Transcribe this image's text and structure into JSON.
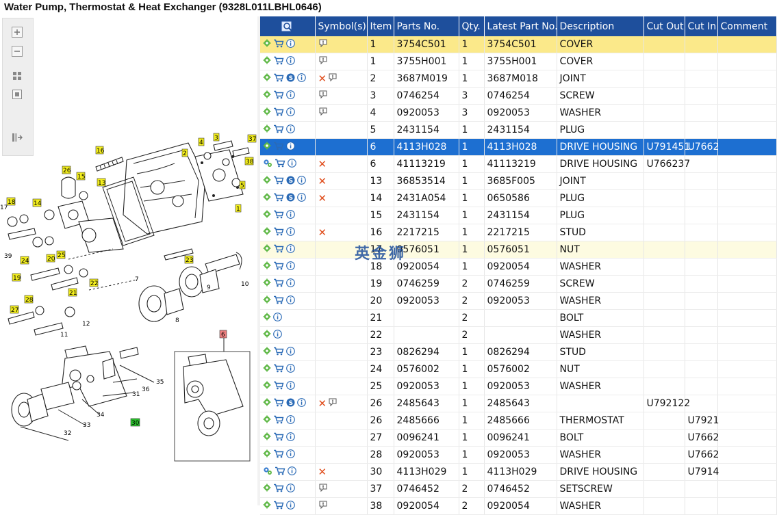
{
  "title": "Water Pump, Thermostat & Heat Exchanger (9328L011LBHL0646)",
  "toolbar": {
    "zoom_in_icon": "zoom-in-icon",
    "zoom_out_icon": "zoom-out-icon",
    "fit_icon": "fit-page-icon",
    "actual_size_icon": "actual-size-icon",
    "collapse_icon": "collapse-pane-icon"
  },
  "diagram": {
    "callouts": [
      "1",
      "2",
      "3",
      "4",
      "5",
      "6",
      "7",
      "8",
      "9",
      "10",
      "11",
      "12",
      "13",
      "14",
      "15",
      "16",
      "17",
      "18",
      "19",
      "20",
      "21",
      "22",
      "23",
      "24",
      "25",
      "26",
      "27",
      "28",
      "30",
      "31",
      "32",
      "33",
      "34",
      "35",
      "36",
      "37",
      "38",
      "39"
    ]
  },
  "watermark": "英金狮",
  "colors": {
    "header_bg": "#1e4f9c",
    "selected_row": "#1d6fd1",
    "current_row": "#fbe98a",
    "hover_row": "#fdfbe1",
    "callout": "#f4ef1e",
    "callout_selected": "#f08080",
    "callout_green": "#29c12b"
  },
  "grid": {
    "columns": [
      "",
      "Symbol(s)",
      "Item",
      "Parts No.",
      "Qty.",
      "Latest Part No.",
      "Description",
      "Cut Out",
      "Cut In",
      "Comment"
    ],
    "rows": [
      {
        "icons": [
          "gear",
          "cart",
          "info"
        ],
        "symbols": [
          "note"
        ],
        "item": "1",
        "part": "3754C501",
        "qty": "1",
        "latest": "3754C501",
        "desc": "COVER",
        "cut_out": "",
        "cut_in": "",
        "comment": "",
        "state": "yellow"
      },
      {
        "icons": [
          "gear",
          "cart",
          "info"
        ],
        "symbols": [
          "note"
        ],
        "item": "1",
        "part": "3755H001",
        "qty": "1",
        "latest": "3755H001",
        "desc": "COVER",
        "cut_out": "",
        "cut_in": "",
        "comment": "",
        "state": ""
      },
      {
        "icons": [
          "gear",
          "cart",
          "s",
          "info"
        ],
        "symbols": [
          "x",
          "note"
        ],
        "item": "2",
        "part": "3687M019",
        "qty": "1",
        "latest": "3687M018",
        "desc": "JOINT",
        "cut_out": "",
        "cut_in": "",
        "comment": "",
        "state": ""
      },
      {
        "icons": [
          "gear",
          "cart",
          "info"
        ],
        "symbols": [
          "note"
        ],
        "item": "3",
        "part": "0746254",
        "qty": "3",
        "latest": "0746254",
        "desc": "SCREW",
        "cut_out": "",
        "cut_in": "",
        "comment": "",
        "state": ""
      },
      {
        "icons": [
          "gear",
          "cart",
          "info"
        ],
        "symbols": [
          "note"
        ],
        "item": "4",
        "part": "0920053",
        "qty": "3",
        "latest": "0920053",
        "desc": "WASHER",
        "cut_out": "",
        "cut_in": "",
        "comment": "",
        "state": ""
      },
      {
        "icons": [
          "gear",
          "cart",
          "info"
        ],
        "symbols": [],
        "item": "5",
        "part": "2431154",
        "qty": "1",
        "latest": "2431154",
        "desc": "PLUG",
        "cut_out": "",
        "cut_in": "",
        "comment": "",
        "state": ""
      },
      {
        "icons": [
          "gear",
          "cart",
          "info"
        ],
        "symbols": [],
        "item": "6",
        "part": "4113H028",
        "qty": "1",
        "latest": "4113H028",
        "desc": "DRIVE HOUSING",
        "cut_out": "U791451",
        "cut_in": "U7662",
        "comment": "",
        "state": "selected"
      },
      {
        "icons": [
          "gears",
          "cart",
          "info"
        ],
        "symbols": [
          "x"
        ],
        "item": "6",
        "part": "41113219",
        "qty": "1",
        "latest": "41113219",
        "desc": "DRIVE HOUSING",
        "cut_out": "U766237",
        "cut_in": "",
        "comment": "",
        "state": ""
      },
      {
        "icons": [
          "gear",
          "cart",
          "s",
          "info"
        ],
        "symbols": [
          "x"
        ],
        "item": "13",
        "part": "36853514",
        "qty": "1",
        "latest": "3685F005",
        "desc": "JOINT",
        "cut_out": "",
        "cut_in": "",
        "comment": "",
        "state": ""
      },
      {
        "icons": [
          "gear",
          "cart",
          "s",
          "info"
        ],
        "symbols": [
          "x"
        ],
        "item": "14",
        "part": "2431A054",
        "qty": "1",
        "latest": "0650586",
        "desc": "PLUG",
        "cut_out": "",
        "cut_in": "",
        "comment": "",
        "state": ""
      },
      {
        "icons": [
          "gear",
          "cart",
          "info"
        ],
        "symbols": [],
        "item": "15",
        "part": "2431154",
        "qty": "1",
        "latest": "2431154",
        "desc": "PLUG",
        "cut_out": "",
        "cut_in": "",
        "comment": "",
        "state": ""
      },
      {
        "icons": [
          "gear",
          "cart",
          "info"
        ],
        "symbols": [
          "x"
        ],
        "item": "16",
        "part": "2217215",
        "qty": "1",
        "latest": "2217215",
        "desc": "STUD",
        "cut_out": "",
        "cut_in": "",
        "comment": "",
        "state": ""
      },
      {
        "icons": [
          "gear",
          "cart",
          "info"
        ],
        "symbols": [],
        "item": "17",
        "part": "0576051",
        "qty": "1",
        "latest": "0576051",
        "desc": "NUT",
        "cut_out": "",
        "cut_in": "",
        "comment": "",
        "state": "highlight"
      },
      {
        "icons": [
          "gear",
          "cart",
          "info"
        ],
        "symbols": [],
        "item": "18",
        "part": "0920054",
        "qty": "1",
        "latest": "0920054",
        "desc": "WASHER",
        "cut_out": "",
        "cut_in": "",
        "comment": "",
        "state": ""
      },
      {
        "icons": [
          "gear",
          "cart",
          "info"
        ],
        "symbols": [],
        "item": "19",
        "part": "0746259",
        "qty": "2",
        "latest": "0746259",
        "desc": "SCREW",
        "cut_out": "",
        "cut_in": "",
        "comment": "",
        "state": ""
      },
      {
        "icons": [
          "gear",
          "cart",
          "info"
        ],
        "symbols": [],
        "item": "20",
        "part": "0920053",
        "qty": "2",
        "latest": "0920053",
        "desc": "WASHER",
        "cut_out": "",
        "cut_in": "",
        "comment": "",
        "state": ""
      },
      {
        "icons": [
          "gear",
          "info"
        ],
        "symbols": [],
        "item": "21",
        "part": "",
        "qty": "2",
        "latest": "",
        "desc": "BOLT",
        "cut_out": "",
        "cut_in": "",
        "comment": "",
        "state": ""
      },
      {
        "icons": [
          "gear",
          "info"
        ],
        "symbols": [],
        "item": "22",
        "part": "",
        "qty": "2",
        "latest": "",
        "desc": "WASHER",
        "cut_out": "",
        "cut_in": "",
        "comment": "",
        "state": ""
      },
      {
        "icons": [
          "gear",
          "cart",
          "info"
        ],
        "symbols": [],
        "item": "23",
        "part": "0826294",
        "qty": "1",
        "latest": "0826294",
        "desc": "STUD",
        "cut_out": "",
        "cut_in": "",
        "comment": "",
        "state": ""
      },
      {
        "icons": [
          "gear",
          "cart",
          "info"
        ],
        "symbols": [],
        "item": "24",
        "part": "0576002",
        "qty": "1",
        "latest": "0576002",
        "desc": "NUT",
        "cut_out": "",
        "cut_in": "",
        "comment": "",
        "state": ""
      },
      {
        "icons": [
          "gear",
          "cart",
          "info"
        ],
        "symbols": [],
        "item": "25",
        "part": "0920053",
        "qty": "1",
        "latest": "0920053",
        "desc": "WASHER",
        "cut_out": "",
        "cut_in": "",
        "comment": "",
        "state": ""
      },
      {
        "icons": [
          "gear",
          "cart",
          "s",
          "info"
        ],
        "symbols": [
          "x",
          "note"
        ],
        "item": "26",
        "part": "2485643",
        "qty": "1",
        "latest": "2485643",
        "desc": "",
        "cut_out": "U792122",
        "cut_in": "",
        "comment": "",
        "state": ""
      },
      {
        "icons": [
          "gear",
          "cart",
          "info"
        ],
        "symbols": [],
        "item": "26",
        "part": "2485666",
        "qty": "1",
        "latest": "2485666",
        "desc": "THERMOSTAT",
        "cut_out": "",
        "cut_in": "U7921",
        "comment": "",
        "state": ""
      },
      {
        "icons": [
          "gear",
          "cart",
          "info"
        ],
        "symbols": [],
        "item": "27",
        "part": "0096241",
        "qty": "1",
        "latest": "0096241",
        "desc": "BOLT",
        "cut_out": "",
        "cut_in": "U7662",
        "comment": "",
        "state": ""
      },
      {
        "icons": [
          "gear",
          "cart",
          "info"
        ],
        "symbols": [],
        "item": "28",
        "part": "0920053",
        "qty": "1",
        "latest": "0920053",
        "desc": "WASHER",
        "cut_out": "",
        "cut_in": "U7662",
        "comment": "",
        "state": ""
      },
      {
        "icons": [
          "gears",
          "cart",
          "info"
        ],
        "symbols": [
          "x"
        ],
        "item": "30",
        "part": "4113H029",
        "qty": "1",
        "latest": "4113H029",
        "desc": "DRIVE HOUSING",
        "cut_out": "",
        "cut_in": "U7914",
        "comment": "",
        "state": ""
      },
      {
        "icons": [
          "gear",
          "cart",
          "info"
        ],
        "symbols": [
          "note"
        ],
        "item": "37",
        "part": "0746452",
        "qty": "2",
        "latest": "0746452",
        "desc": "SETSCREW",
        "cut_out": "",
        "cut_in": "",
        "comment": "",
        "state": ""
      },
      {
        "icons": [
          "gear",
          "cart",
          "info"
        ],
        "symbols": [
          "note"
        ],
        "item": "38",
        "part": "0920054",
        "qty": "2",
        "latest": "0920054",
        "desc": "WASHER",
        "cut_out": "",
        "cut_in": "",
        "comment": "",
        "state": ""
      }
    ]
  }
}
